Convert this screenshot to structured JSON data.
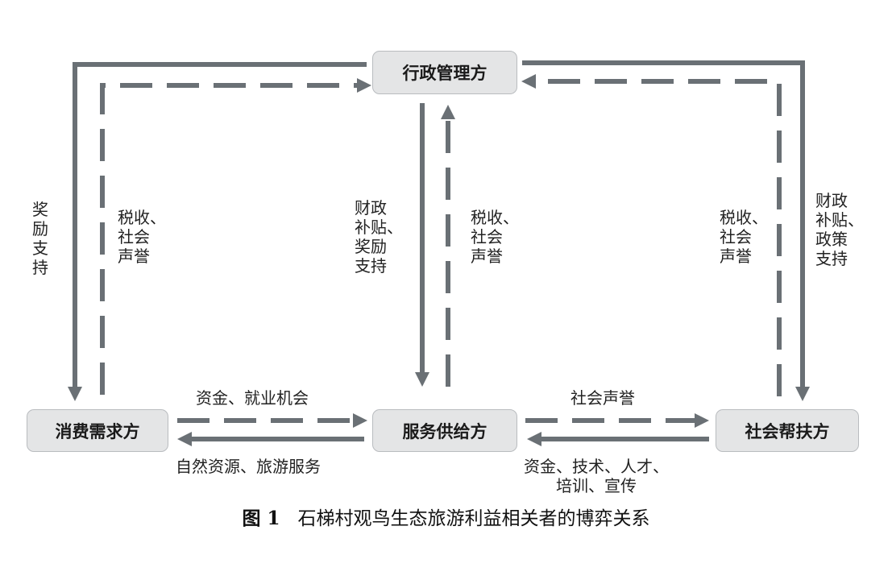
{
  "nodes": {
    "admin": "行政管理方",
    "consumer": "消费需求方",
    "provider": "服务供给方",
    "social": "社会帮扶方"
  },
  "labels": {
    "admin_to_consumer": "奖\n励\n支\n持",
    "consumer_to_admin": "税收、\n社会\n声誉",
    "admin_to_provider": "财政\n补贴、\n奖励\n支持",
    "provider_to_admin": "税收、\n社会\n声誉",
    "social_to_admin": "税收、\n社会\n声誉",
    "admin_to_social": "财政\n补贴、\n政策\n支持",
    "consumer_to_provider": "资金、就业机会",
    "provider_to_consumer": "自然资源、旅游服务",
    "provider_to_social": "社会声誉",
    "social_to_provider": "资金、技术、人才、\n培训、宣传"
  },
  "caption": {
    "figure_no": "图 1",
    "title": "石梯村观鸟生态旅游利益相关者的博弈关系"
  },
  "colors": {
    "arrow": "#6a7075",
    "box_fill": "#e4e5e6",
    "watermark": "#b6f0b0"
  }
}
